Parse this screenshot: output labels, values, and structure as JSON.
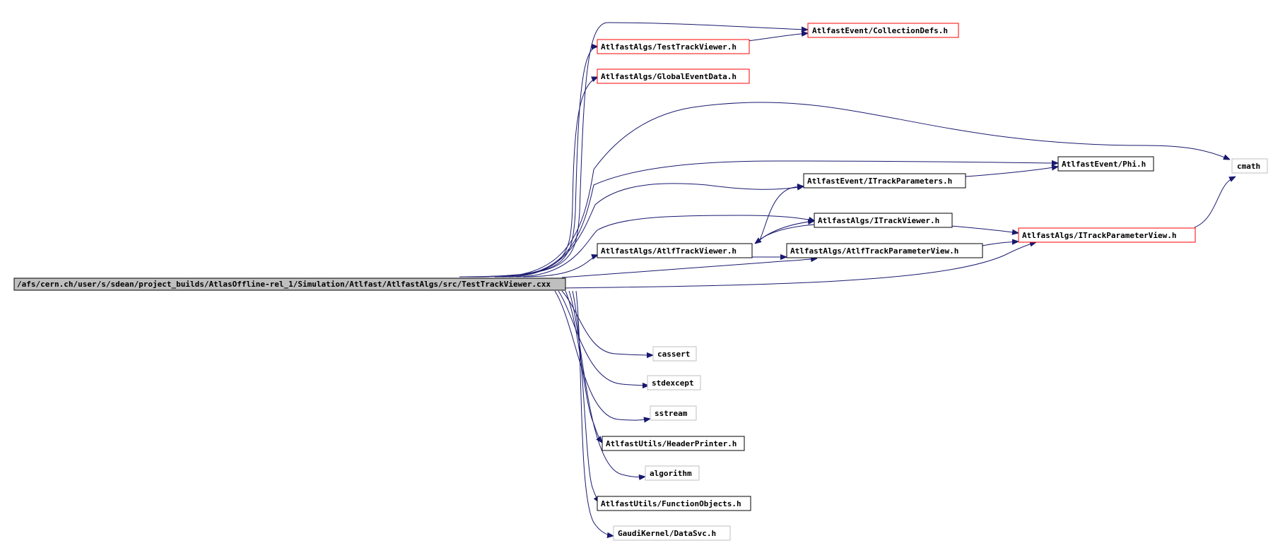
{
  "colors": {
    "edge": "#191970",
    "border_normal": "#000000",
    "border_external": "#bfbfbf",
    "border_truncated": "#ff0000",
    "root_fill": "#bfbfbf"
  },
  "nodes": [
    {
      "id": "root",
      "label": "/afs/cern.ch/user/s/sdean/project_builds/AtlasOffline-rel_1/Simulation/Atlfast/AtlfastAlgs/src/TestTrackViewer.cxx",
      "style": "root"
    },
    {
      "id": "collectiondefs",
      "label": "AtlfastEvent/CollectionDefs.h",
      "style": "truncated"
    },
    {
      "id": "testtrackviewer_h",
      "label": "AtlfastAlgs/TestTrackViewer.h",
      "style": "truncated"
    },
    {
      "id": "globaleventdata",
      "label": "AtlfastAlgs/GlobalEventData.h",
      "style": "truncated"
    },
    {
      "id": "cmath",
      "label": "cmath",
      "style": "external"
    },
    {
      "id": "phi",
      "label": "AtlfastEvent/Phi.h",
      "style": "normal"
    },
    {
      "id": "itrackparameters",
      "label": "AtlfastEvent/ITrackParameters.h",
      "style": "normal"
    },
    {
      "id": "itrackviewer",
      "label": "AtlfastAlgs/ITrackViewer.h",
      "style": "normal"
    },
    {
      "id": "itrackparameterview",
      "label": "AtlfastAlgs/ITrackParameterView.h",
      "style": "truncated"
    },
    {
      "id": "atlftrackviewer",
      "label": "AtlfastAlgs/AtlfTrackViewer.h",
      "style": "normal"
    },
    {
      "id": "atlftrackparameterview",
      "label": "AtlfastAlgs/AtlfTrackParameterView.h",
      "style": "normal"
    },
    {
      "id": "cassert",
      "label": "cassert",
      "style": "external"
    },
    {
      "id": "stdexcept",
      "label": "stdexcept",
      "style": "external"
    },
    {
      "id": "sstream",
      "label": "sstream",
      "style": "external"
    },
    {
      "id": "headerprinter",
      "label": "AtlfastUtils/HeaderPrinter.h",
      "style": "normal"
    },
    {
      "id": "algorithm",
      "label": "algorithm",
      "style": "external"
    },
    {
      "id": "functionobjects",
      "label": "AtlfastUtils/FunctionObjects.h",
      "style": "normal"
    },
    {
      "id": "datasvc",
      "label": "GaudiKernel/DataSvc.h",
      "style": "external"
    }
  ],
  "edges": [
    {
      "from": "root",
      "to": "collectiondefs"
    },
    {
      "from": "root",
      "to": "testtrackviewer_h"
    },
    {
      "from": "root",
      "to": "globaleventdata"
    },
    {
      "from": "root",
      "to": "cmath"
    },
    {
      "from": "root",
      "to": "phi"
    },
    {
      "from": "root",
      "to": "itrackparameters"
    },
    {
      "from": "root",
      "to": "itrackviewer"
    },
    {
      "from": "root",
      "to": "atlftrackviewer"
    },
    {
      "from": "root",
      "to": "atlftrackparameterview"
    },
    {
      "from": "root",
      "to": "itrackparameterview"
    },
    {
      "from": "root",
      "to": "cassert"
    },
    {
      "from": "root",
      "to": "stdexcept"
    },
    {
      "from": "root",
      "to": "sstream"
    },
    {
      "from": "root",
      "to": "headerprinter"
    },
    {
      "from": "root",
      "to": "algorithm"
    },
    {
      "from": "root",
      "to": "functionobjects"
    },
    {
      "from": "root",
      "to": "datasvc"
    },
    {
      "from": "testtrackviewer_h",
      "to": "collectiondefs"
    },
    {
      "from": "itrackparameters",
      "to": "phi"
    },
    {
      "from": "itrackviewer",
      "to": "itrackparameterview"
    },
    {
      "from": "itrackviewer",
      "to": "atlftrackviewer"
    },
    {
      "from": "atlftrackviewer",
      "to": "itrackparameters"
    },
    {
      "from": "atlftrackviewer",
      "to": "itrackviewer"
    },
    {
      "from": "atlftrackviewer",
      "to": "atlftrackparameterview"
    },
    {
      "from": "atlftrackparameterview",
      "to": "itrackparameterview"
    },
    {
      "from": "itrackparameterview",
      "to": "cmath"
    }
  ]
}
